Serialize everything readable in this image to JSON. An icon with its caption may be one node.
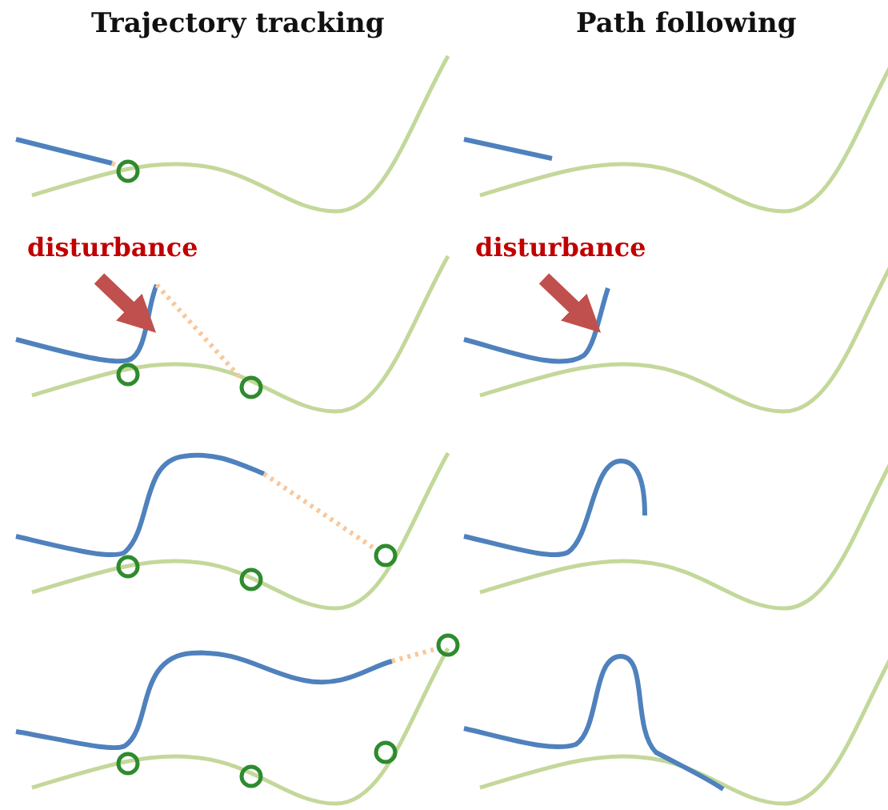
{
  "diagram": {
    "labels": [
      "Trajectory tracking",
      "Path following",
      "disturbance",
      "disturbance"
    ]
  }
}
